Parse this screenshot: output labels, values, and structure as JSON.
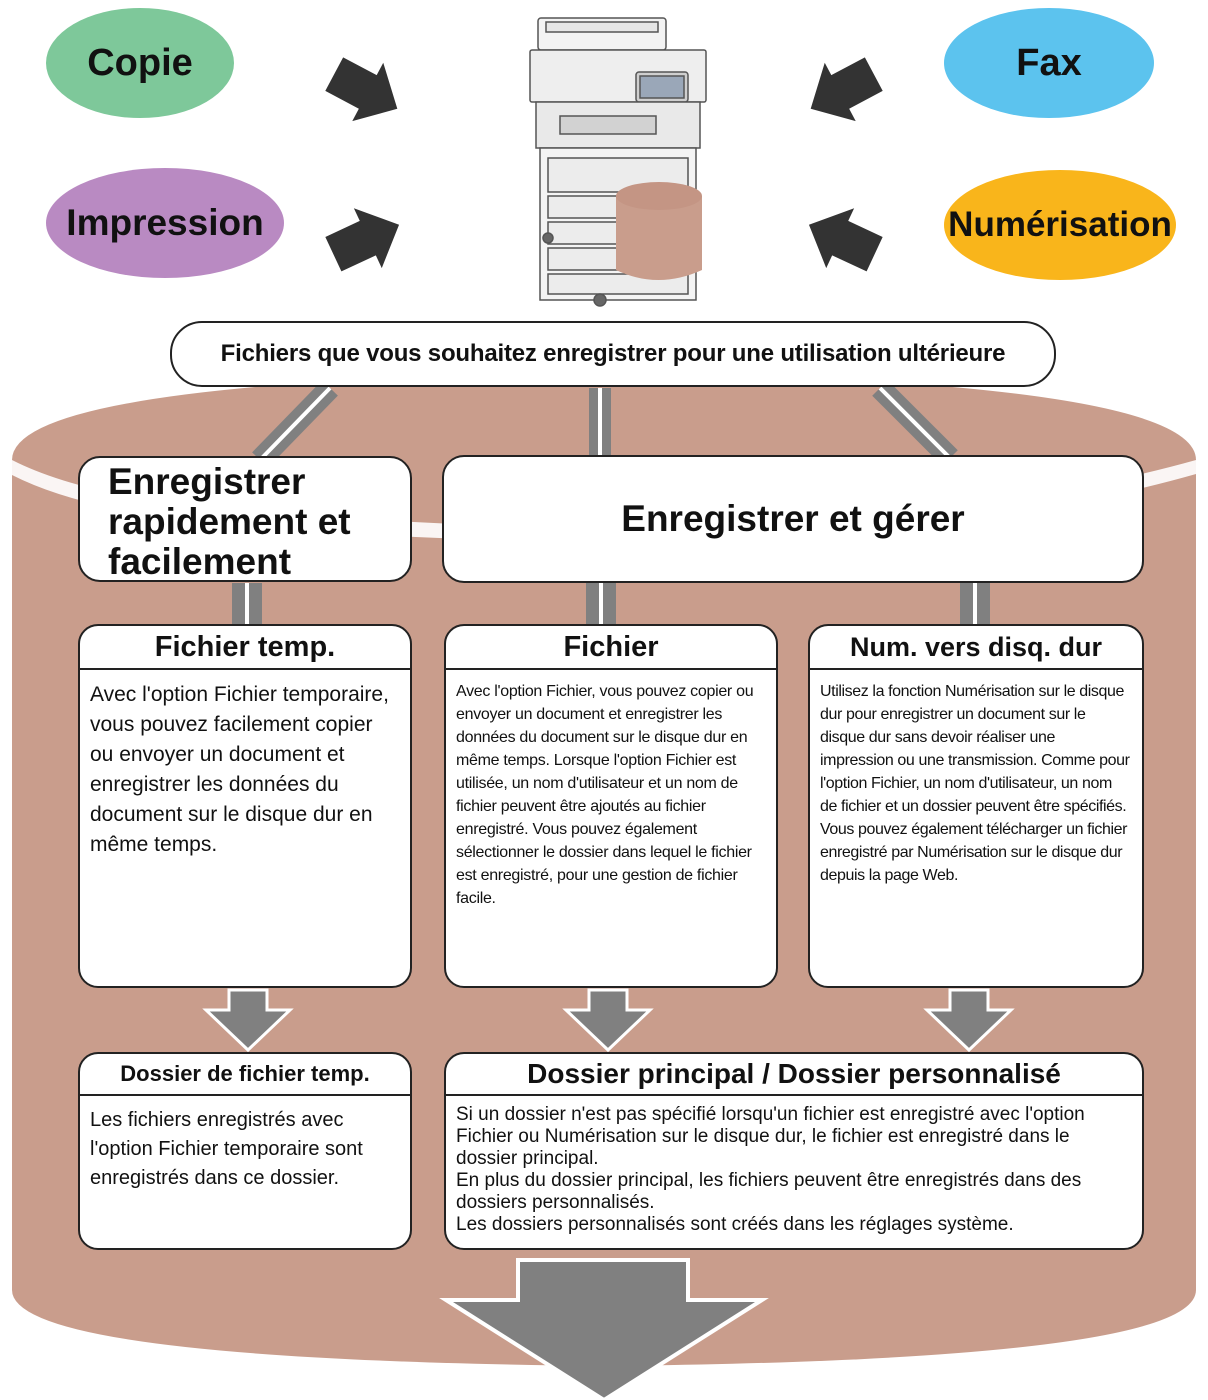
{
  "inputs": {
    "copie": "Copie",
    "fax": "Fax",
    "impression": "Impression",
    "numerisation": "Numérisation"
  },
  "files_label": "Fichiers que vous souhaitez enregistrer pour une utilisation ultérieure",
  "modes": {
    "quick": "Enregistrer rapidement et facilement",
    "manage": "Enregistrer et gérer"
  },
  "methods": {
    "temp": {
      "title": "Fichier temp.",
      "text": "Avec l'option Fichier temporaire, vous pouvez facilement copier ou envoyer un document et enregistrer les données du document sur le disque dur en même temps."
    },
    "fichier": {
      "title": "Fichier",
      "text": "Avec l'option Fichier, vous pouvez copier ou envoyer un document et enregistrer les données du document sur le disque dur en même temps. Lorsque l'option Fichier est utilisée, un nom d'utilisateur et un nom de fichier peuvent être ajoutés au fichier enregistré. Vous pouvez également sélectionner le dossier dans lequel le fichier est enregistré, pour une gestion de fichier facile."
    },
    "num": {
      "title": "Num. vers disq. dur",
      "text1": "Utilisez la fonction Numérisation sur le disque dur pour enregistrer un document sur le disque dur sans devoir réaliser une impression ou une transmission. Comme pour l'option Fichier, un nom d'utilisateur, un nom de fichier et un dossier peuvent être spécifiés.",
      "text2": "Vous pouvez également télécharger un fichier enregistré par Numérisation sur le disque dur depuis la page Web."
    }
  },
  "folders": {
    "temp": {
      "title": "Dossier de fichier temp.",
      "text": "Les fichiers enregistrés avec l'option Fichier temporaire sont enregistrés dans ce dossier."
    },
    "main": {
      "title": "Dossier principal / Dossier personnalisé",
      "text1": "Si un dossier n'est pas spécifié lorsqu'un fichier est enregistré avec l'option Fichier ou Numérisation sur le disque dur, le fichier est enregistré dans le dossier principal.",
      "text2": "En plus du dossier principal, les fichiers peuvent être enregistrés dans des dossiers personnalisés.",
      "text3": "Les dossiers personnalisés sont créés dans les réglages système."
    }
  },
  "colors": {
    "storage": "#c99d8c",
    "storage_top": "#c49584",
    "connector": "#808080",
    "copie": "#7ec89a",
    "fax": "#5cc3ee",
    "impression": "#b98ac2",
    "numerisation": "#f9b51b"
  },
  "icons": {
    "printer": "printer-icon",
    "database": "database-icon"
  }
}
